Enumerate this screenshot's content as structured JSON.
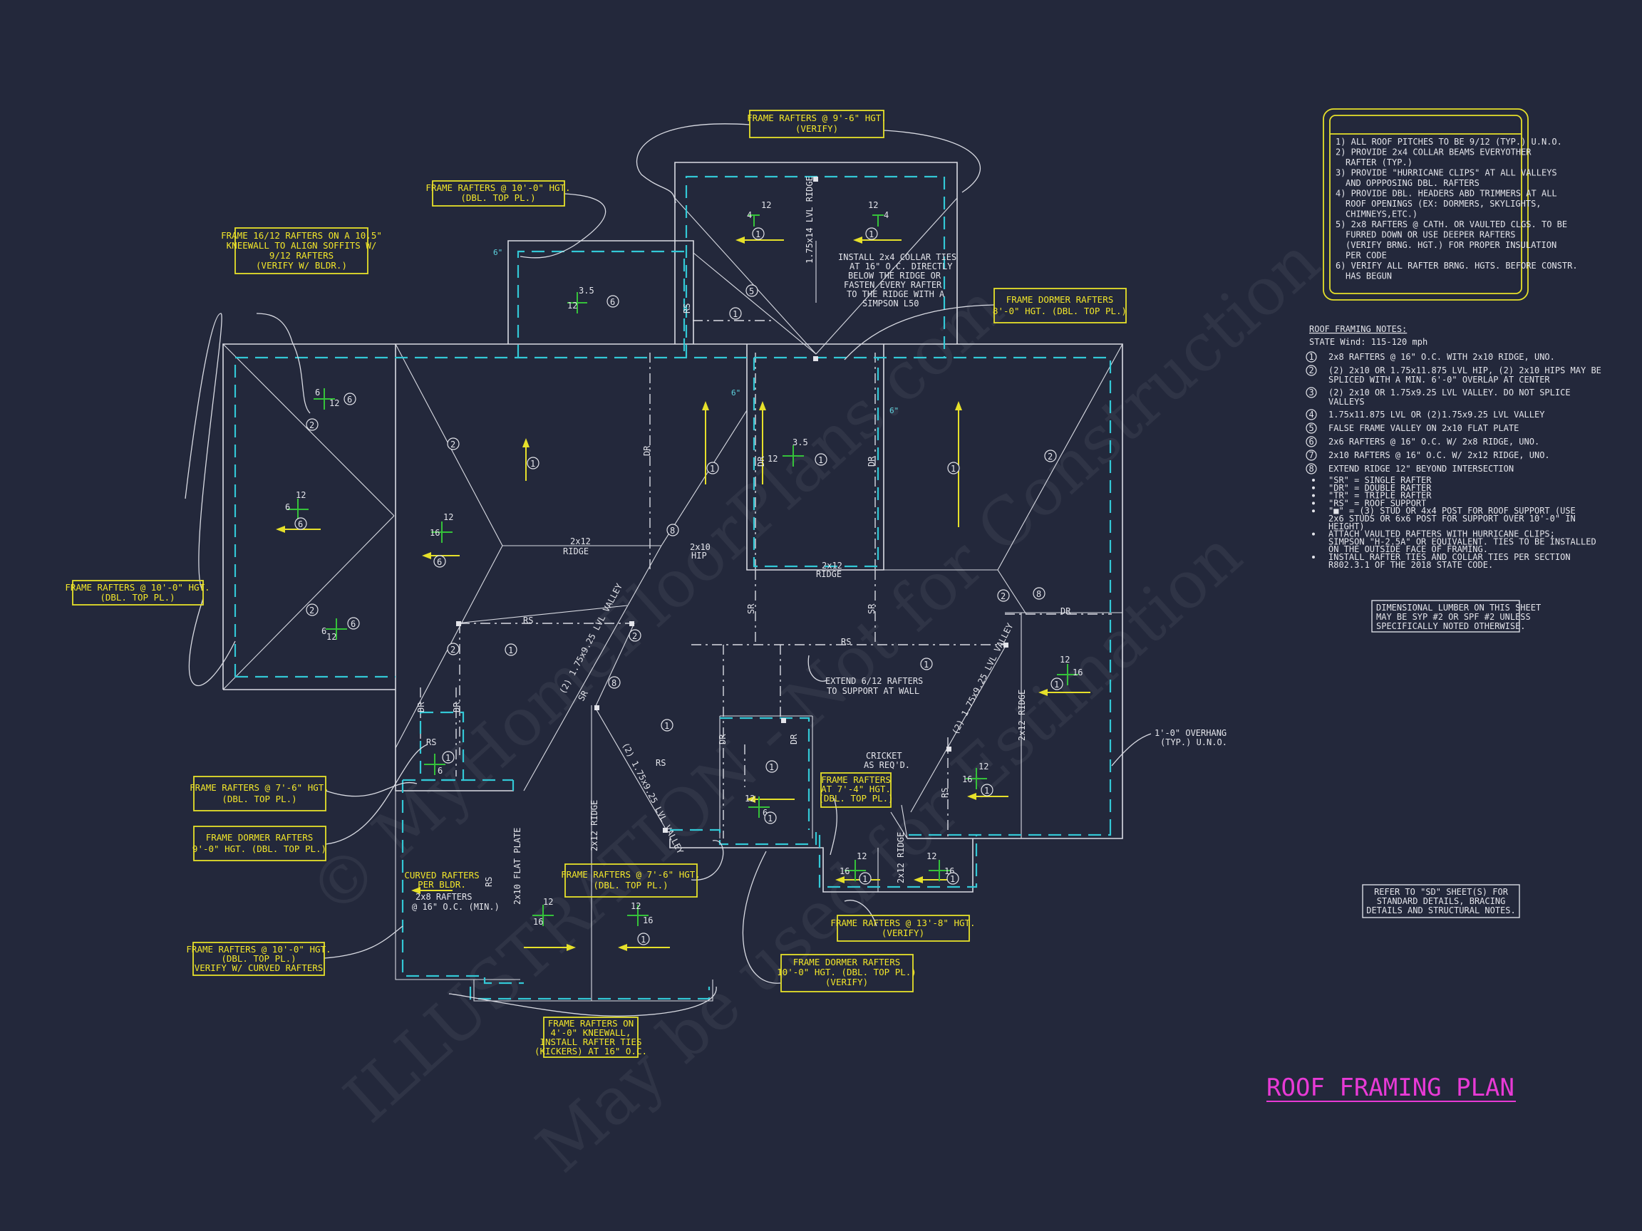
{
  "title": "ROOF FRAMING PLAN",
  "watermark": [
    "© MyHomeFloorPlans.com",
    "ILLUSTRATION - Not for Construction",
    "May be used for Estimation"
  ],
  "general_notes": [
    "1) ALL ROOF PITCHES TO BE 9/12 (TYP.) U.N.O.",
    "2) PROVIDE 2x4 COLLAR BEAMS EVERYOTHER",
    "RAFTER (TYP.)",
    "3) PROVIDE \"HURRICANE CLIPS\" AT ALL VALLEYS",
    "AND OPPPOSING DBL. RAFTERS",
    "4) PROVIDE DBL. HEADERS ABD TRIMMERS AT ALL",
    "ROOF OPENINGS (EX: DORMERS, SKYLIGHTS,",
    "CHIMNEYS,ETC.)",
    "5) 2x8 RAFTERS @ CATH. OR VAULTED CLGS. TO BE",
    "FURRED DOWN OR USE DEEPER RAFTERS",
    "(VERIFY BRNG. HGT.) FOR PROPER INSULATION",
    "PER CODE",
    "6) VERIFY ALL RAFTER BRNG. HGTS. BEFORE CONSTR.",
    "HAS BEGUN"
  ],
  "roof_notes": {
    "heading": "ROOF FRAMING NOTES:",
    "wind": "STATE Wind: 115-120 mph",
    "items": [
      {
        "key": "1",
        "text": "2x8 RAFTERS @ 16\" O.C. WITH 2x10 RIDGE, UNO."
      },
      {
        "key": "2",
        "text": "(2) 2x10 OR 1.75x11.875 LVL HIP, (2) 2x10 HIPS MAY BE"
      },
      {
        "key": "",
        "text": "SPLICED WITH A MIN. 6'-0\" OVERLAP AT CENTER"
      },
      {
        "key": "3",
        "text": "(2) 2x10 OR 1.75x9.25 LVL VALLEY. DO NOT SPLICE"
      },
      {
        "key": "",
        "text": "VALLEYS"
      },
      {
        "key": "4",
        "text": "1.75x11.875 LVL OR (2)1.75x9.25 LVL VALLEY"
      },
      {
        "key": "5",
        "text": "FALSE FRAME VALLEY ON 2x10 FLAT PLATE"
      },
      {
        "key": "6",
        "text": "2x6 RAFTERS @ 16\" O.C. W/ 2x8 RIDGE, UNO."
      },
      {
        "key": "7",
        "text": "2x10 RAFTERS @ 16\" O.C. W/ 2x12 RIDGE, UNO."
      },
      {
        "key": "8",
        "text": "EXTEND RIDGE 12\" BEYOND INTERSECTION"
      }
    ],
    "bullets": [
      "\"SR\" = SINGLE RAFTER",
      "\"DR\" = DOUBLE RAFTER",
      "\"TR\" = TRIPLE RAFTER",
      "\"RS\" = ROOF SUPPORT",
      "\"■\" = (3) STUD OR 4x4 POST FOR ROOF SUPPORT (USE",
      "2x6 STUDS OR 6x6 POST FOR SUPPORT OVER 10'-0\" IN",
      "HEIGHT)",
      "ATTACH VAULTED RAFTERS WITH HURRICANE CLIPS;",
      "SIMPSON \"H-2.5A\" OR EQUIVALENT. TIES TO BE INSTALLED",
      "ON THE OUTSIDE FACE OF FRAMING.",
      "INSTALL RAFTER TIES AND COLLAR TIES PER SECTION",
      "R802.3.1 OF THE 2018 STATE CODE."
    ]
  },
  "lumber_note": [
    "DIMENSIONAL LUMBER ON THIS SHEET",
    "MAY BE SYP #2 OR SPF #2 UNLESS",
    "SPECIFICALLY NOTED OTHERWISE."
  ],
  "refer_note": [
    "REFER TO \"SD\" SHEET(S) FOR",
    "STANDARD DETAILS, BRACING",
    "DETAILS AND STRUCTURAL NOTES."
  ],
  "callouts": {
    "c1": [
      "FRAME RAFTERS @ 9'-6\" HGT.",
      "(VERIFY)"
    ],
    "c2": [
      "FRAME RAFTERS @ 10'-0\" HGT.",
      "(DBL. TOP PL.)"
    ],
    "c3": [
      "FRAME 16/12 RAFTERS ON A 10.5\"",
      "KNEEWALL TO ALIGN SOFFITS W/",
      "9/12 RAFTERS",
      "(VERIFY W/ BLDR.)"
    ],
    "c4": [
      "FRAME DORMER RAFTERS",
      "8'-0\" HGT. (DBL. TOP PL.)"
    ],
    "c5": [
      "FRAME RAFTERS @ 10'-0\" HGT.",
      "(DBL. TOP PL.)"
    ],
    "c6": [
      "FRAME RAFTERS @ 7'-6\" HGT.",
      "(DBL. TOP PL.)"
    ],
    "c7": [
      "FRAME DORMER RAFTERS",
      "9'-0\" HGT. (DBL. TOP PL.)"
    ],
    "c8": [
      "FRAME RAFTERS @ 10'-0\" HGT.",
      "(DBL. TOP PL.)",
      "VERIFY W/ CURVED RAFTERS"
    ],
    "c9": [
      "FRAME RAFTERS @ 7'-6\" HGT.",
      "(DBL. TOP PL.)"
    ],
    "c10": [
      "FRAME RAFTERS",
      "AT 7'-4\" HGT.",
      "(DBL. TOP PL.)"
    ],
    "c11": [
      "FRAME RAFTERS @ 13'-8\" HGT.",
      "(VERIFY)"
    ],
    "c12": [
      "FRAME DORMER RAFTERS",
      "10'-0\" HGT. (DBL. TOP PL.)",
      "(VERIFY)"
    ],
    "c13": [
      "FRAME RAFTERS ON",
      "4'-0\" KNEEWALL,",
      "INSTALL RAFTER TIES",
      "(KICKERS) AT 16\" O.C."
    ],
    "c14": [
      "CURVED RAFTERS",
      "PER BLDR."
    ]
  },
  "plan_labels": {
    "collar": [
      "INSTALL 2x4 COLLAR TIES",
      "AT 16\" O.C. DIRECTLY",
      "BELOW THE RIDGE OR",
      "FASTEN EVERY RAFTER",
      "TO THE RIDGE WITH A",
      "SIMPSON L50"
    ],
    "extend": [
      "EXTEND 6/12 RAFTERS",
      "TO SUPPORT AT WALL"
    ],
    "cricket": [
      "CRICKET",
      "AS REQ'D."
    ],
    "overhang": [
      "1'-0\" OVERHANG",
      "(TYP.) U.N.O."
    ],
    "curved_sub": [
      "2x8 RAFTERS",
      "@ 16\" O.C. (MIN.)"
    ],
    "ridge1": [
      "2x12",
      "RIDGE"
    ],
    "ridge2": [
      "2x12",
      "RIDGE"
    ],
    "hip": [
      "2x10",
      "HIP"
    ],
    "lvl_ridge": "1.75x14 LVL RIDGE",
    "valley1": "(2) 1.75x9.25 LVL VALLEY",
    "valley2": "(2) 1.75x9.25 LVL VALLEY",
    "valley3": "(2) 1.75x9.25 LVL VALLEY",
    "flat_plate": "2x10 FLAT PLATE",
    "ridge_v1": "2x12 RIDGE",
    "ridge_v2": "2x12 RIDGE",
    "ridge_v3": "2x12 RIDGE",
    "rs": "RS",
    "dr": "DR",
    "sr": "SR",
    "dim6": "6\"",
    "twelve": "12",
    "six": "6",
    "four": "4",
    "sixteen": "16",
    "three5": "3.5"
  }
}
